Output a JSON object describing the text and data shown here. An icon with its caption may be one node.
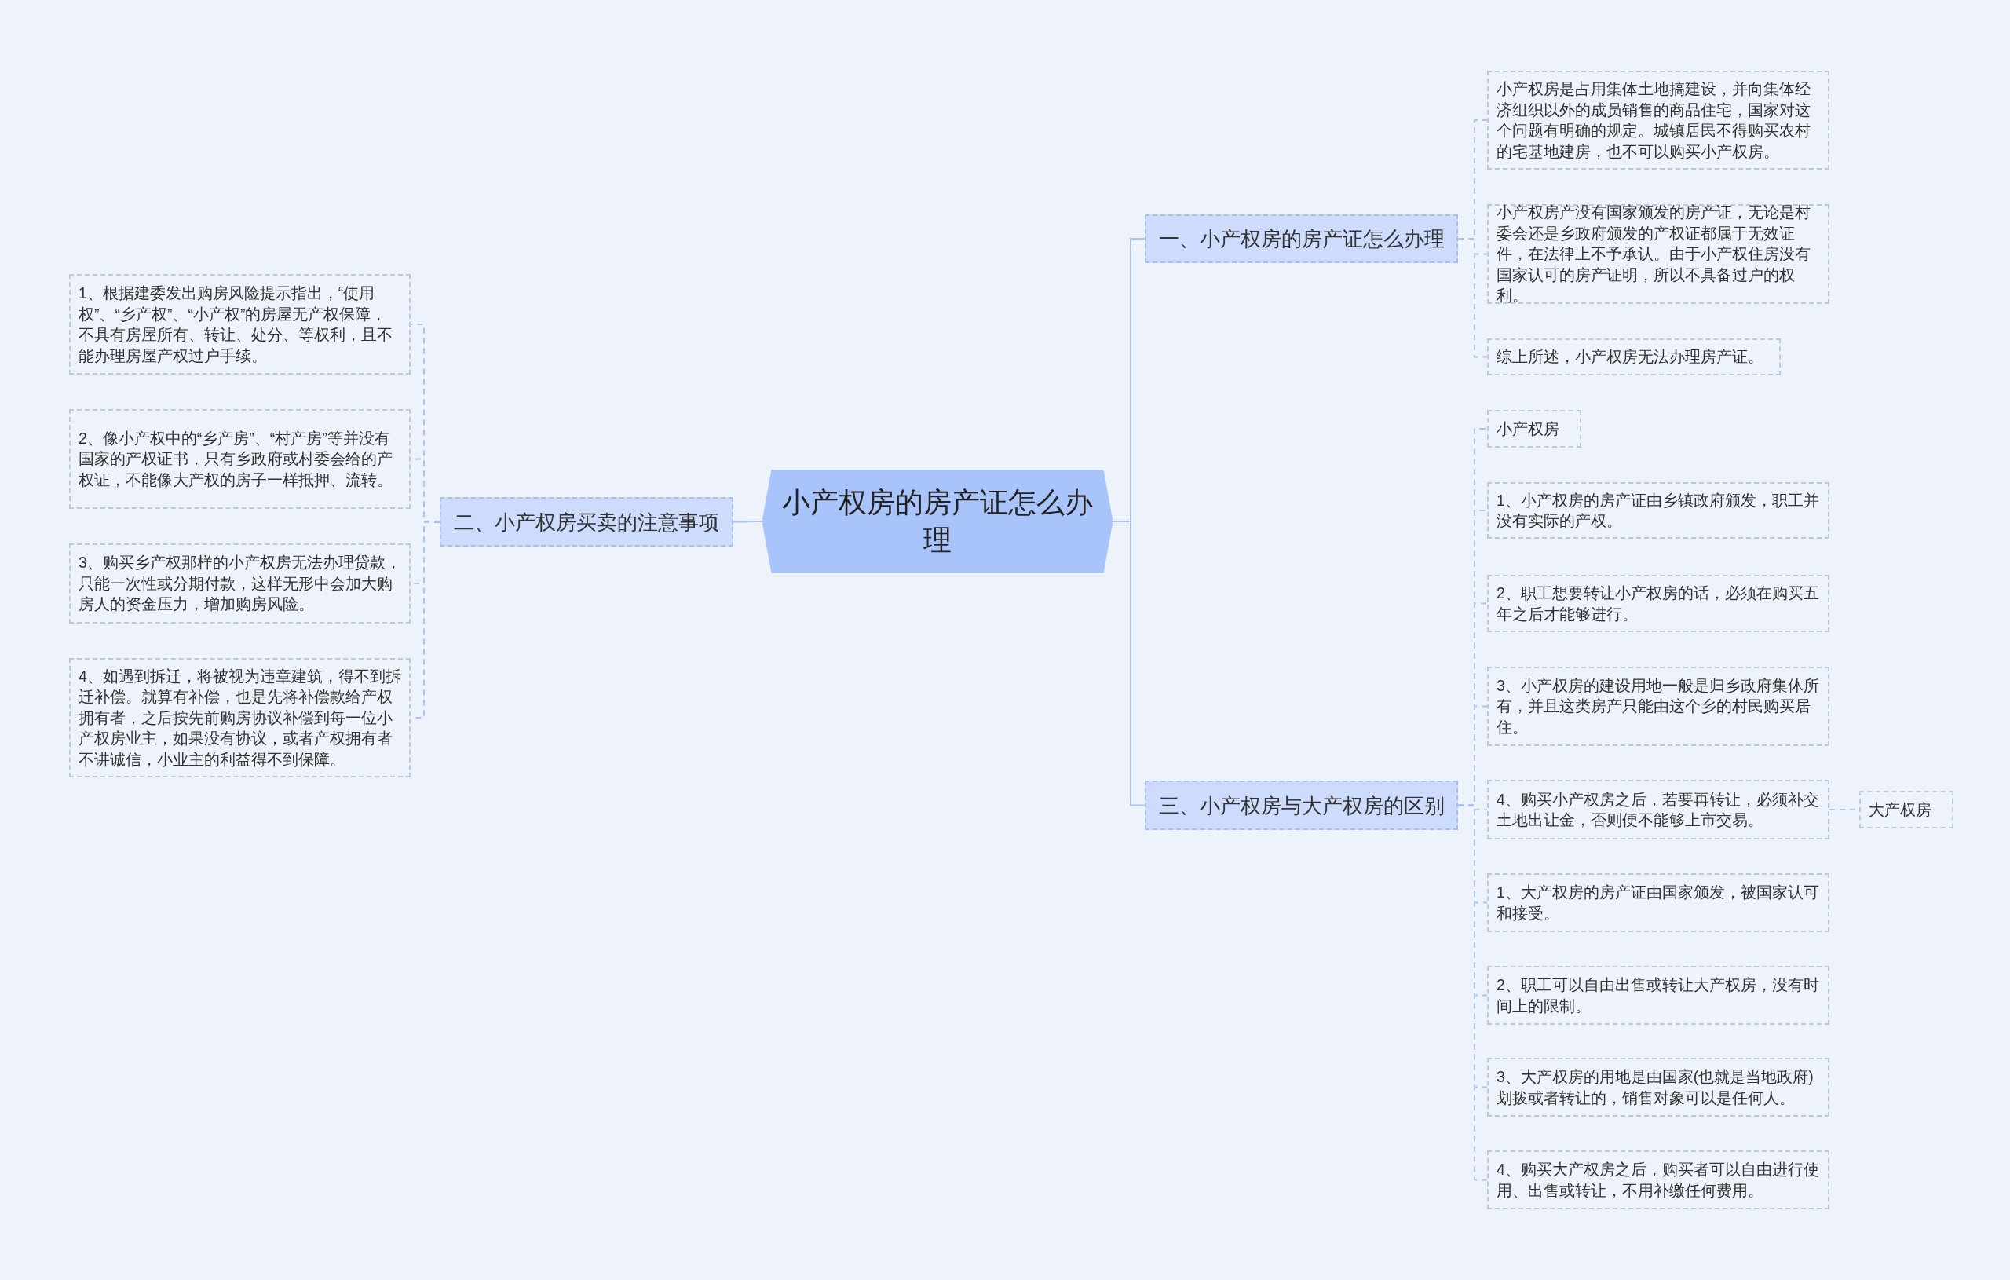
{
  "diagram": {
    "nodes": [
      {
        "text": [
          "小产权房的房产证怎么办理"
        ]
      },
      {
        "text": [
          "一、小产权房的房产证怎么办理"
        ]
      },
      {
        "text": [
          "小产权房是占用集体土地搞建设，并向集体经济组织以外的成员销售的商品住宅，国家对这个问题有明确的规定。城镇居民不得购买农村的宅基地建房，也不可以购买小产权房。"
        ]
      },
      {
        "text": [
          "小产权房产没有国家颁发的房产证，无论是村委会还是乡政府颁发的产权证都属于无效证件，在法律上不予承认。由于小产权住房没有国家认可的房产证明，所以不具备过户的权利。"
        ]
      },
      {
        "text": [
          "综上所述，小产权房无法办理房产证。"
        ]
      },
      {
        "text": [
          "二、小产权房买卖的注意事项"
        ]
      },
      {
        "text": [
          "1、根据建委发出购房风险提示指出，“使用权”、“乡产权”、“小产权”的房屋无产权保障，不具有房屋所有、转让、处分、等权利，且不能办理房屋产权过户手续。"
        ]
      },
      {
        "text": [
          "2、像小产权中的“乡产房”、“村产房”等并没有国家的产权证书，只有乡政府或村委会给的产权证，不能像大产权的房子一样抵押、流转。"
        ]
      },
      {
        "text": [
          "3、购买乡产权那样的小产权房无法办理贷款，只能一次性或分期付款，这样无形中会加大购房人的资金压力，增加购房风险。"
        ]
      },
      {
        "text": [
          "4、如遇到拆迁，将被视为违章建筑，得不到拆迁补偿。就算有补偿，也是先将补偿款给产权拥有者，之后按先前购房协议补偿到每一位小产权房业主，如果没有协议，或者产权拥有者不讲诚信，小业主的利益得不到保障。"
        ]
      },
      {
        "text": [
          "三、小产权房与大产权房的区别"
        ]
      },
      {
        "text": [
          "小产权房"
        ]
      },
      {
        "text": [
          "1、小产权房的房产证由乡镇政府颁发，职工并没有实际的产权。"
        ]
      },
      {
        "text": [
          "2、职工想要转让小产权房的话，必须在购买五年之后才能够进行。"
        ]
      },
      {
        "text": [
          "3、小产权房的建设用地一般是归乡政府集体所有，并且这类房产只能由这个乡的村民购买居住。"
        ]
      },
      {
        "text": [
          "4、购买小产权房之后，若要再转让，必须补交土地出让金，否则便不能够上市交易。"
        ]
      },
      {
        "text": [
          "大产权房"
        ]
      },
      {
        "text": [
          "1、大产权房的房产证由国家颁发，被国家认可和接受。"
        ]
      },
      {
        "text": [
          "2、职工可以自由出售或转让大产权房，没有时间上的限制。"
        ]
      },
      {
        "text": [
          "3、大产权房的用地是由国家(也就是当地政府)划拨或者转让的，销售对象可以是任何人。"
        ]
      },
      {
        "text": [
          "4、购买大产权房之后，购买者可以自由进行使用、出售或转让，不用补缴任何费用。"
        ]
      }
    ],
    "edges": [
      {
        "from": 0,
        "to": 1,
        "arrow": "none"
      },
      {
        "from": 0,
        "to": 5,
        "arrow": "none"
      },
      {
        "from": 0,
        "to": 10,
        "arrow": "none"
      },
      {
        "from": 1,
        "to": 2,
        "arrow": "none",
        "style": "dashed"
      },
      {
        "from": 1,
        "to": 3,
        "arrow": "none",
        "style": "dashed"
      },
      {
        "from": 1,
        "to": 4,
        "arrow": "none",
        "style": "dashed"
      },
      {
        "from": 5,
        "to": 6,
        "arrow": "none",
        "style": "dashed"
      },
      {
        "from": 5,
        "to": 7,
        "arrow": "none",
        "style": "dashed"
      },
      {
        "from": 5,
        "to": 8,
        "arrow": "none",
        "style": "dashed"
      },
      {
        "from": 5,
        "to": 9,
        "arrow": "none",
        "style": "dashed"
      },
      {
        "from": 10,
        "to": 11,
        "arrow": "none",
        "style": "dashed"
      },
      {
        "from": 10,
        "to": 12,
        "arrow": "none",
        "style": "dashed"
      },
      {
        "from": 10,
        "to": 13,
        "arrow": "none",
        "style": "dashed"
      },
      {
        "from": 10,
        "to": 14,
        "arrow": "none",
        "style": "dashed"
      },
      {
        "from": 10,
        "to": 15,
        "arrow": "none",
        "style": "dashed"
      },
      {
        "from": 15,
        "to": 16,
        "arrow": "none",
        "style": "dashed"
      },
      {
        "from": 10,
        "to": 17,
        "arrow": "none",
        "style": "dashed"
      },
      {
        "from": 10,
        "to": 18,
        "arrow": "none",
        "style": "dashed"
      },
      {
        "from": 10,
        "to": 19,
        "arrow": "none",
        "style": "dashed"
      },
      {
        "from": 10,
        "to": 20,
        "arrow": "none",
        "style": "dashed"
      }
    ]
  }
}
